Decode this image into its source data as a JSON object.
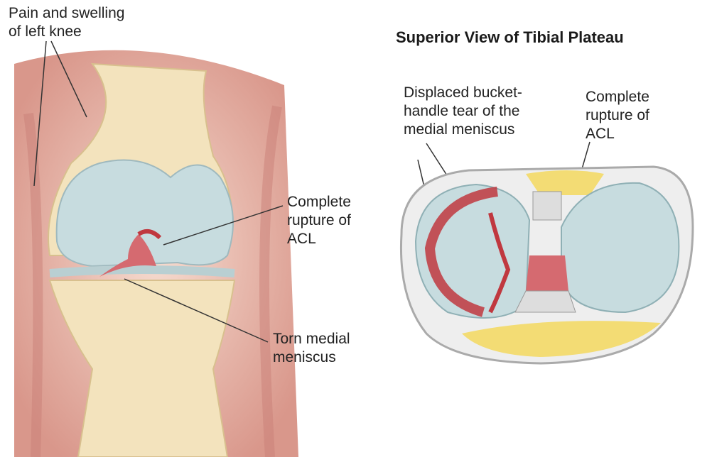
{
  "title": "Superior View of Tibial Plateau",
  "labels": {
    "pain": [
      "Pain and swelling",
      "of left knee"
    ],
    "acl_left": [
      "Complete",
      "rupture of",
      "ACL"
    ],
    "torn_meniscus": [
      "Torn medial",
      "meniscus"
    ],
    "bucket_handle": [
      "Displaced bucket-",
      "handle tear of the",
      "medial meniscus"
    ],
    "acl_right": [
      "Complete",
      "rupture of",
      "ACL"
    ]
  },
  "colors": {
    "skin": "#e8b2a6",
    "bone": "#f2e2b8",
    "cartilage": "#c9dde0",
    "rupture": "#c0383f",
    "fat": "#f3dc74"
  }
}
